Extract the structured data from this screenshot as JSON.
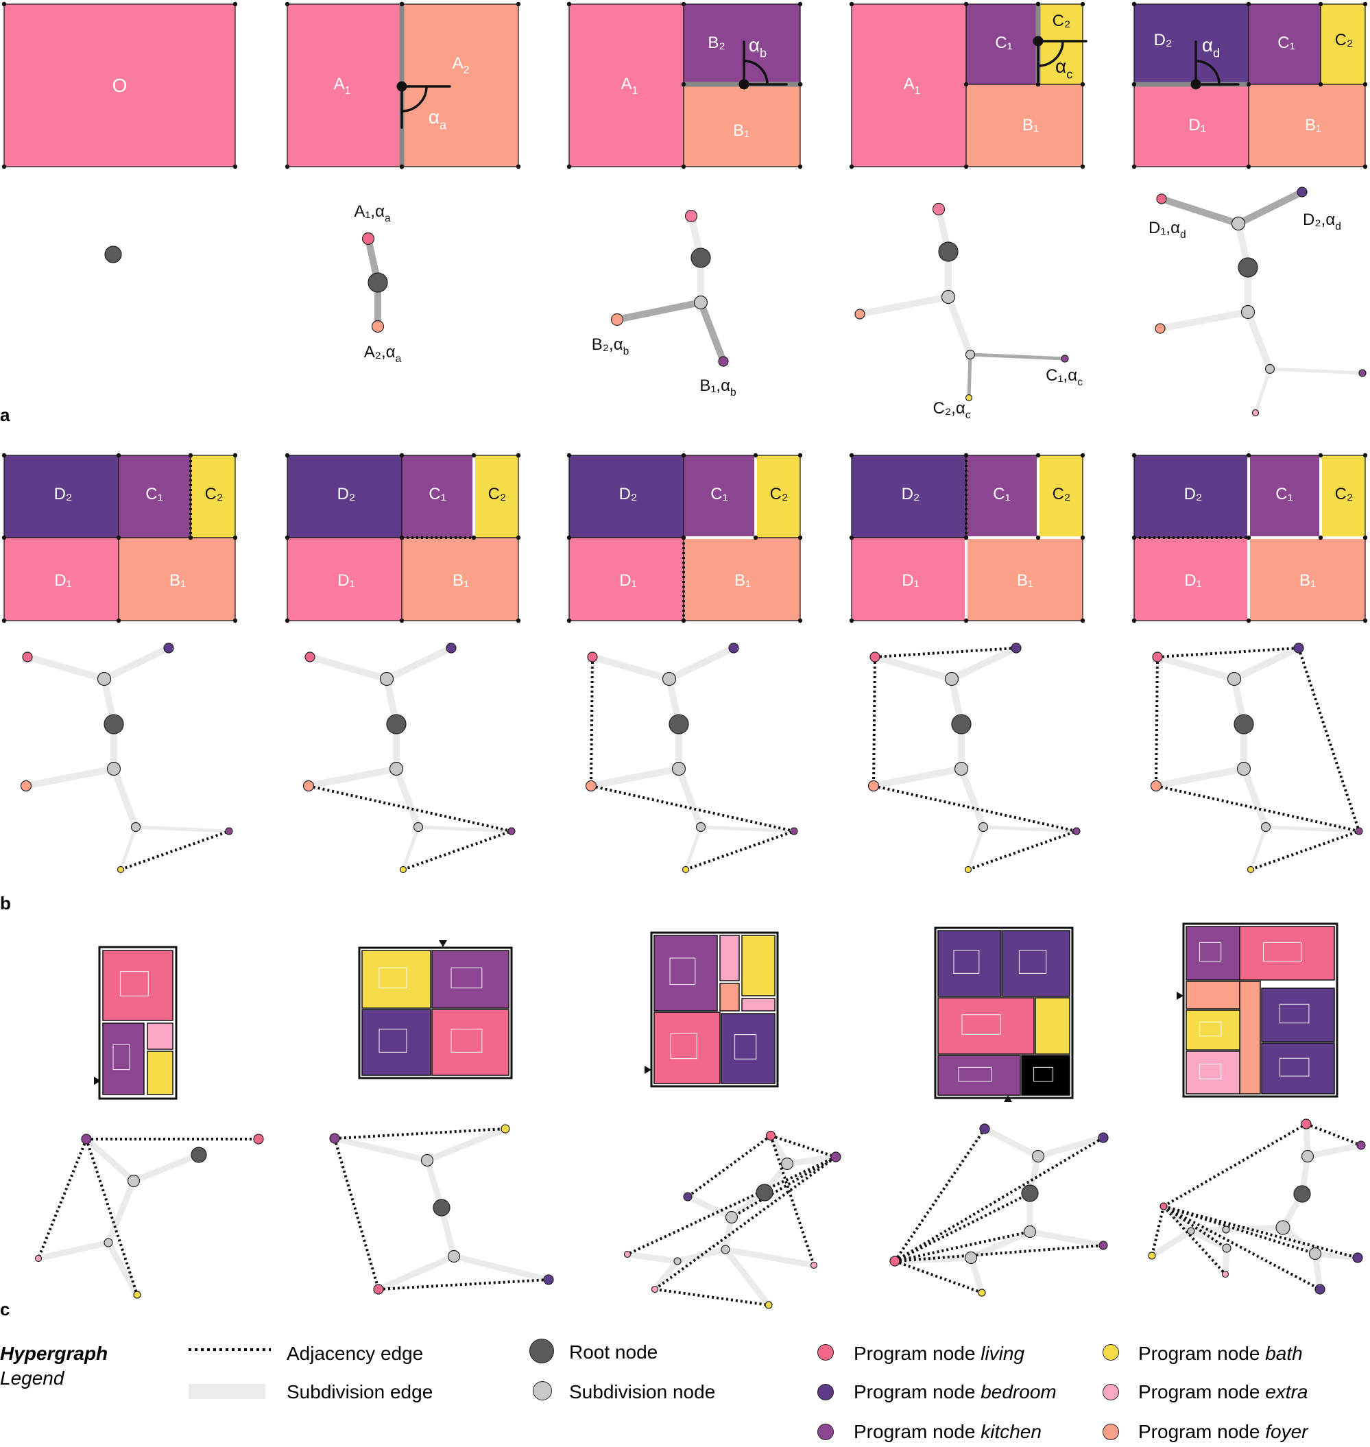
{
  "colors": {
    "living": "#f2688a",
    "bedroom": "#5e3c8a",
    "kitchen": "#8c4691",
    "bath": "#f7dc4a",
    "extra": "#f8a8c6",
    "foyer": "#fca189",
    "origin": "#fb7ba0",
    "root": "#5a5a5a",
    "subdiv": "#c8c8c8",
    "edge_light": "#ebebeb",
    "edge_dark": "#aaaaaa"
  },
  "panel_labels": {
    "a": "a",
    "b": "b",
    "c": "c"
  },
  "row_a": {
    "rooms": {
      "O": "O",
      "A1": "A₁",
      "A2": "A₂",
      "B1": "B₁",
      "B2": "B₂",
      "C1": "C₁",
      "C2": "C₂",
      "D1": "D₁",
      "D2": "D₂"
    },
    "angles": {
      "a": "αa",
      "b": "αb",
      "c": "αc",
      "d": "αd"
    },
    "node_labels": {
      "a1": "A₁,αa",
      "a2": "A₂,αa",
      "b2": "B₂,αb",
      "b1": "B₁,αb",
      "c2": "C₂,αc",
      "c1": "C₁,αc",
      "d1": "D₁,αd",
      "d2": "D₂,αd"
    }
  },
  "legend": {
    "title": "Hypergraph",
    "subtitle": "Legend",
    "adjacency": "Adjacency edge",
    "subdivision_edge": "Subdivision edge",
    "root": "Root node",
    "subdivision_node": "Subdivision node",
    "program_prefix": "Program node ",
    "programs": [
      "living",
      "bedroom",
      "kitchen",
      "bath",
      "extra",
      "foyer"
    ]
  }
}
